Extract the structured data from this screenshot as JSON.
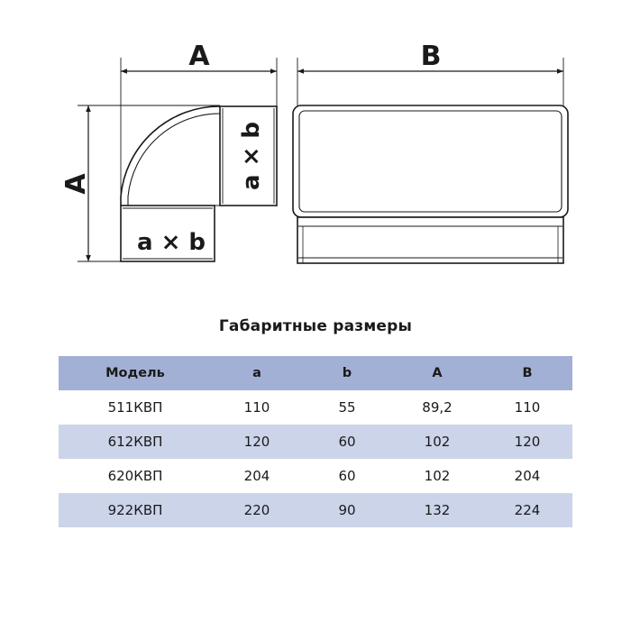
{
  "drawing": {
    "elbow_width_label": "A",
    "elbow_height_label": "A",
    "duct_length_label": "B",
    "elbow_bottom_section_label": "a × b",
    "elbow_side_section_label": "a × b"
  },
  "table": {
    "title": "Габаритные размеры",
    "headers": [
      "Модель",
      "a",
      "b",
      "A",
      "B"
    ],
    "rows": [
      [
        "511КВП",
        "110",
        "55",
        "89,2",
        "110"
      ],
      [
        "612КВП",
        "120",
        "60",
        "102",
        "120"
      ],
      [
        "620КВП",
        "204",
        "60",
        "102",
        "204"
      ],
      [
        "922КВП",
        "220",
        "90",
        "132",
        "224"
      ]
    ]
  },
  "colors": {
    "header_bg": "#a3b0d6",
    "stripe_bg": "#ccd4ea",
    "line": "#1a1a1a"
  }
}
